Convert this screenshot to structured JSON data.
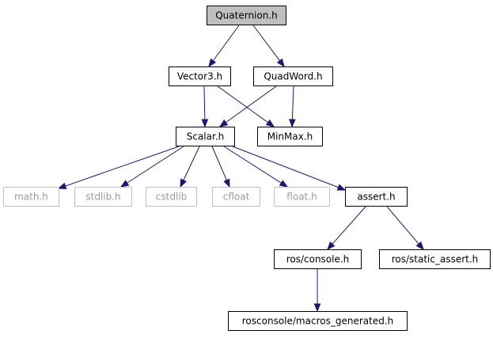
{
  "graph": {
    "colors": {
      "edge": "#191970",
      "root_fill": "#bfbfbf",
      "missing_border": "#bfbfbf",
      "missing_text": "#9a9a9a"
    },
    "nodes": [
      {
        "id": "quaternion",
        "label": "Quaternion.h",
        "kind": "root"
      },
      {
        "id": "vector3",
        "label": "Vector3.h",
        "kind": "normal"
      },
      {
        "id": "quadword",
        "label": "QuadWord.h",
        "kind": "normal"
      },
      {
        "id": "scalar",
        "label": "Scalar.h",
        "kind": "normal"
      },
      {
        "id": "minmax",
        "label": "MinMax.h",
        "kind": "normal"
      },
      {
        "id": "math",
        "label": "math.h",
        "kind": "missing"
      },
      {
        "id": "stdlib",
        "label": "stdlib.h",
        "kind": "missing"
      },
      {
        "id": "cstdlib",
        "label": "cstdlib",
        "kind": "missing"
      },
      {
        "id": "cfloat",
        "label": "cfloat",
        "kind": "missing"
      },
      {
        "id": "float",
        "label": "float.h",
        "kind": "missing"
      },
      {
        "id": "assert",
        "label": "assert.h",
        "kind": "normal"
      },
      {
        "id": "ros-console",
        "label": "ros/console.h",
        "kind": "normal"
      },
      {
        "id": "ros-static-assert",
        "label": "ros/static_assert.h",
        "kind": "normal"
      },
      {
        "id": "rosconsole-macros",
        "label": "rosconsole/macros_generated.h",
        "kind": "normal"
      }
    ],
    "edges": [
      {
        "from": "quaternion",
        "to": "vector3"
      },
      {
        "from": "quaternion",
        "to": "quadword"
      },
      {
        "from": "vector3",
        "to": "scalar"
      },
      {
        "from": "vector3",
        "to": "minmax"
      },
      {
        "from": "quadword",
        "to": "scalar"
      },
      {
        "from": "quadword",
        "to": "minmax"
      },
      {
        "from": "scalar",
        "to": "math"
      },
      {
        "from": "scalar",
        "to": "stdlib"
      },
      {
        "from": "scalar",
        "to": "cstdlib"
      },
      {
        "from": "scalar",
        "to": "cfloat"
      },
      {
        "from": "scalar",
        "to": "float"
      },
      {
        "from": "scalar",
        "to": "assert"
      },
      {
        "from": "assert",
        "to": "ros-console"
      },
      {
        "from": "assert",
        "to": "ros-static-assert"
      },
      {
        "from": "ros-console",
        "to": "rosconsole-macros"
      }
    ]
  }
}
